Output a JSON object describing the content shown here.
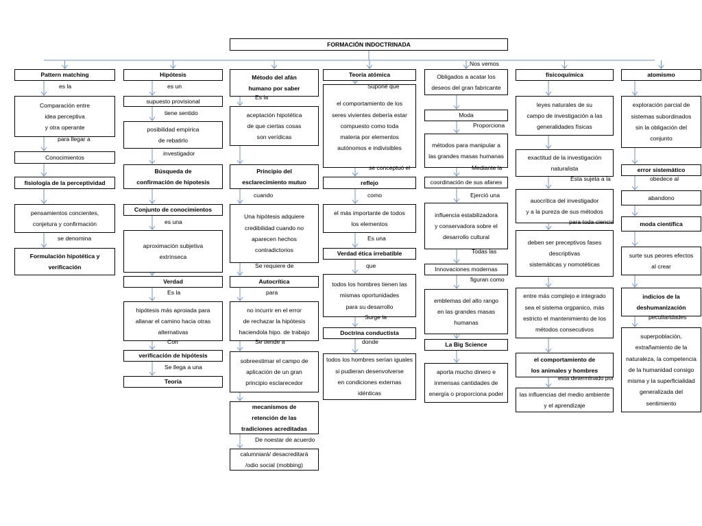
{
  "title": "FORMACIÓN INDOCTRINADA",
  "top_label": "Nos vemos",
  "columns": [
    {
      "nodes": [
        "Pattern matching",
        "Comparación entre\nidea perceptiva\ny otra operante",
        "Conocimientos",
        "fisiología de la perceptividad",
        "pensamientos concientes,\nconjetura y confirmación",
        "Formulación hipotética y\nverificación"
      ],
      "labels": [
        "es la",
        "para llegar a",
        "se denomina"
      ]
    },
    {
      "nodes": [
        "Hipótesis",
        "supuesto provisional",
        "posibilidad empírica\nde rebatirlo",
        "Búsqueda de\nconfirmación de hipotesis",
        "Conjunto de conocimientos",
        "aproximación subjetiva\nextrínseca",
        "Verdad",
        "hipótesis más aproiada para\nallanar el camino hacia otras\nalternativas",
        "verificación de hipótesis",
        "Teoría"
      ],
      "labels": [
        "es un",
        "tiene sentido",
        "investigador",
        "es una",
        "Es la",
        "Con",
        "Se llega a una"
      ]
    },
    {
      "nodes": [
        "Método del afán\nhumano por saber",
        "aceptación hipotética\nde que ciertas cosas\nson verídicas",
        "Principio del\nesclarecimiento mutuo",
        "Una hipótesis adquiere\ncredibilidad cuando no\naparecen hechos\ncontradictorios",
        "Autocrítica",
        "no incurrir en el error\nde rechazar la hipótesis\nhaciendola hipo. de trabajo",
        "sobreestimar el campo de\naplicación de un gran\nprincipio esclarecedor",
        "mecanismos de\nretención de las\ntradiciones acreditadas",
        "calumniará/ desacreditará\n/odio social (mobbing)"
      ],
      "labels": [
        "Es la",
        "cuando",
        "Se requiere de",
        "para",
        "Se tiende a",
        "De noestar de acuerdo"
      ]
    },
    {
      "nodes": [
        "Teoría atómica",
        "el comportamiento de los\nseres vivientes debería estar\ncompuesto como toda\nmateria por elementos\nautónomos e indivisibles",
        "reflejo",
        "el más importante de todos\nlos elementos",
        "Verdad ética irrebatible",
        "todos los hombres tienen las\nmismas oportunidades\npara su desarrollo",
        "Doctrina conductista",
        "todos los hombres serían iguales\nsi pudieran desenvolverse\nen condiciones externas\nidénticas"
      ],
      "labels": [
        "Supone que",
        "se conceptuó el",
        "como",
        "Es una",
        "que",
        "Surge la",
        "donde"
      ]
    },
    {
      "nodes": [
        "Obligados a acatar los\ndeseos del gran fabricante",
        "Moda",
        "métodos para manipular a\nlas grandes masas humanas",
        "coordinación de sus afanes",
        "influencia estabilizadora\ny conservadora sobre el\ndesarrollo cultural",
        "Innovaciones modernas",
        "emblemas del alto rango\nen las grandes masas\nhumanas",
        "La Big Science",
        "aporta mucho dinero e\ninmensas cantidades de\nenergía o proporciona poder"
      ],
      "labels": [
        "Proporciona",
        "Mediante la",
        "Ejerció una",
        "Todas las",
        "figuran como"
      ]
    },
    {
      "nodes": [
        "fisicoquímica",
        "leyes naturales de su\ncampo de investigación a las\ngeneralidades físicas",
        "exactitud de la investigación\nnaturalista",
        "auocrítica del investigador\ny a la pureza de sus métodos",
        "deben ser preceptivos fases\ndescriptivas\nsistemáticas y nomotéticas",
        "entre más complejo e integrado\nsea el sistema orgpanico, más\nestricto el mantenimiento de los\nmétodos consecutivos",
        "el comportamiento de\nlos animales y hombres",
        "las influencias del medio ambiente\ny el aprendizaje"
      ],
      "labels": [
        "Esta sujeta a la",
        "para toda ciencia",
        "esta determinado por"
      ]
    },
    {
      "nodes": [
        "atomismo",
        "exploración parcial de\nsistemas subordinados\nsin la obligación del\nconjunto",
        "error sistemático",
        "abandono",
        "moda científica",
        "surte sus peores efectos\nal crear",
        "indicios de la\ndeshumanización",
        "superpoblación,\nextrañamiento de la\nnaturaleza, la competencia\nde la humanidad consigo\nmisma y la superficialidad\ngeneralizada del\nsentimiento"
      ],
      "labels": [
        "obedece al",
        "peculiaridades"
      ]
    }
  ]
}
